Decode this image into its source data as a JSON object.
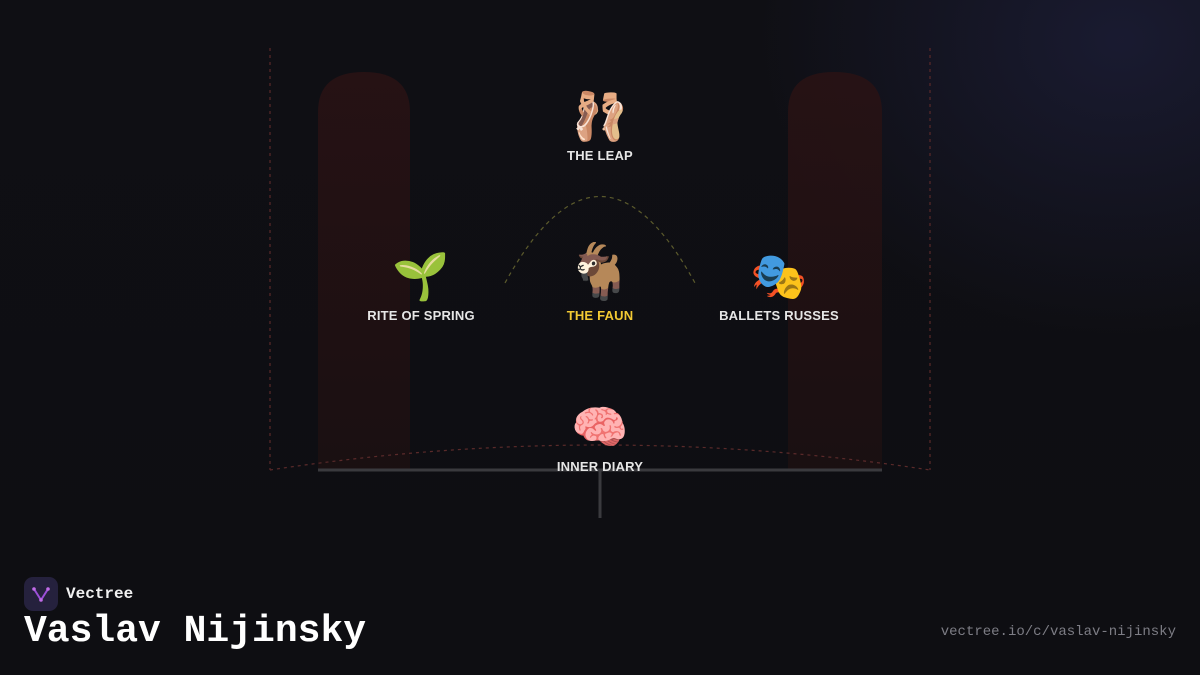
{
  "nodes": {
    "leap": {
      "icon": "🩰",
      "icon_name": "ballet-shoes-icon",
      "label": "THE LEAP"
    },
    "spring": {
      "icon": "🌱",
      "icon_name": "seedling-icon",
      "label": "RITE OF SPRING"
    },
    "faun": {
      "icon": "🐐",
      "icon_name": "goat-icon",
      "label": "THE FAUN"
    },
    "ballets": {
      "icon": "🎭",
      "icon_name": "theater-masks-icon",
      "label": "BALLETS RUSSES"
    },
    "diary": {
      "icon": "🧠",
      "icon_name": "brain-icon",
      "label": "INNER DIARY"
    }
  },
  "brand": {
    "name": "Vectree"
  },
  "title": "Vaslav Nijinsky",
  "url": "vectree.io/c/vaslav-nijinsky",
  "colors": {
    "center_label": "#f2c933",
    "label": "#e6e6e6",
    "curtain": "#2a1414"
  }
}
